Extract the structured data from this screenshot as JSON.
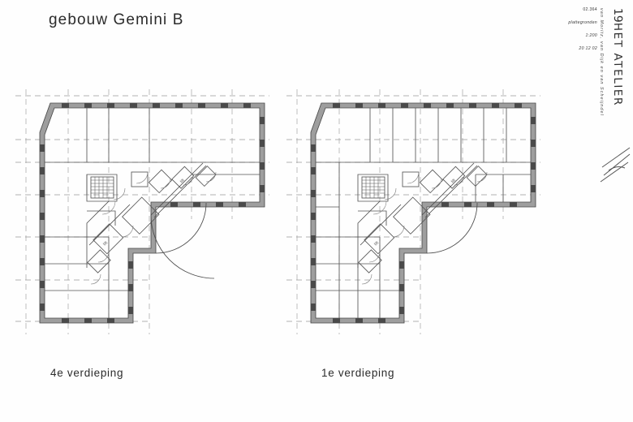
{
  "sheet": {
    "title": "gebouw Gemini B",
    "background_color": "#fefefe",
    "ink_color": "#2b2b2b"
  },
  "titleblock": {
    "project_code": "02.364",
    "drawing_type": "plattegronden",
    "scale": "1:200",
    "date": "20 12 02"
  },
  "branding": {
    "office_name": "HET ATELIER",
    "logo_mark": "19",
    "partners": "van Moritz, van Dijk en van Scheijndel"
  },
  "plans": [
    {
      "id": "plan-left",
      "caption": "4e verdieping",
      "floor_number": "4e",
      "description": "L-vormige plattegrond met open kantoorvleugels, kern met trappen en liften"
    },
    {
      "id": "plan-right",
      "caption": "1e verdieping",
      "floor_number": "1e",
      "description": "L-vormige plattegrond met onderverdeelde kantoorruimtes, kern met trappen en liften"
    }
  ],
  "legend": {
    "wall_fill": "#9e9e9e",
    "wall_band": "#4a4a4a",
    "grid_color": "#9a9a9a",
    "partition_color": "#555555"
  }
}
